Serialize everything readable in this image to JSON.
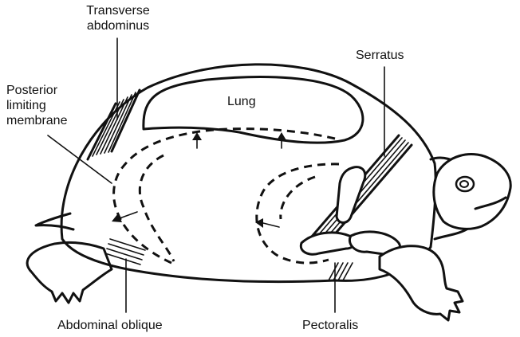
{
  "labels": {
    "transverse_abdominus": "Transverse abdominus",
    "lung": "Lung",
    "posterior_limiting_membrane": "Posterior limiting membrane",
    "serratus": "Serratus",
    "abdominal_oblique": "Abdominal oblique",
    "pectoralis": "Pectoralis"
  }
}
